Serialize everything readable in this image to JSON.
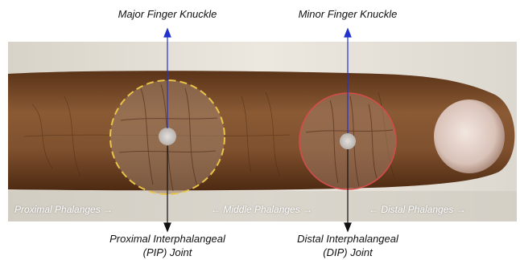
{
  "labels": {
    "major": "Major Finger Knuckle",
    "minor": "Minor Finger Knuckle",
    "pip_line1": "Proximal Interphalangeal",
    "pip_line2": "(PIP) Joint",
    "dip_line1": "Distal Interphalangeal",
    "dip_line2": "(DIP) Joint",
    "proximal": "Proximal Phalanges →",
    "middle": "← Middle Phalanges →",
    "distal": "← Distal Phalanges →"
  },
  "colors": {
    "skin": "#7a4a2a",
    "major_circle": "#e8c44a",
    "minor_circle": "#d84a4a",
    "arrow": "#2233cc",
    "background": "#e6e1d7"
  }
}
